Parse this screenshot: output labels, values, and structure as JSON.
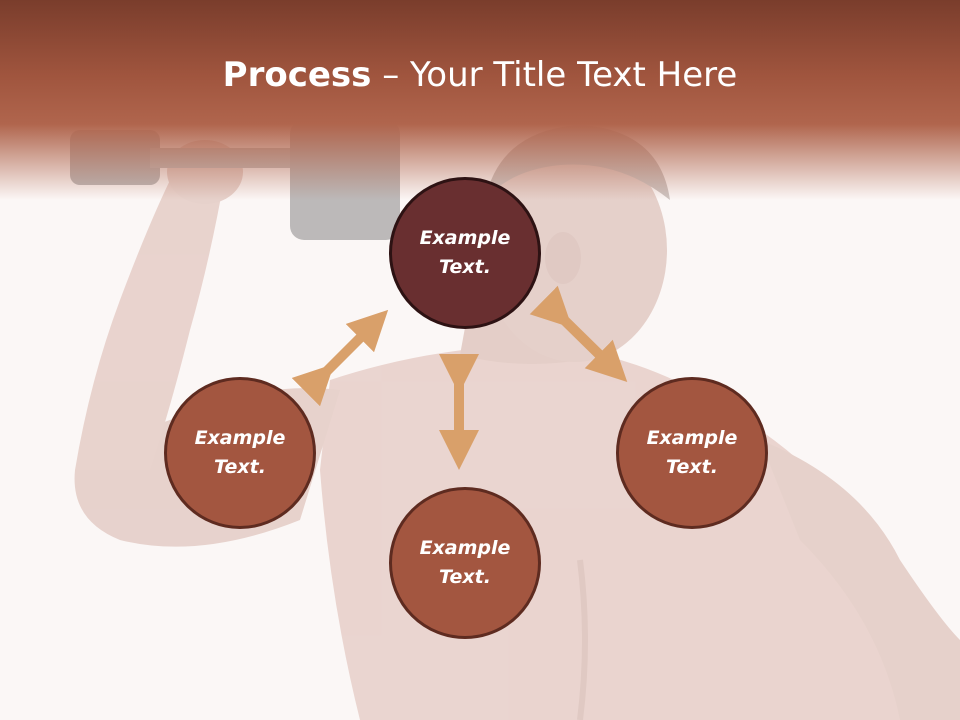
{
  "title": {
    "bold": "Process",
    "dash": " – ",
    "rest": "Your Title Text Here"
  },
  "nodes": [
    {
      "line1": "Example",
      "line2": "Text."
    },
    {
      "line1": "Example",
      "line2": "Text."
    },
    {
      "line1": "Example",
      "line2": "Text."
    },
    {
      "line1": "Example",
      "line2": "Text."
    }
  ],
  "colors": {
    "header": "#a0553e",
    "circle_fill": "#a35640",
    "circle_top_fill": "#692f30",
    "arrow": "#d9a06a"
  },
  "icons": [
    "double-arrow-icon"
  ]
}
